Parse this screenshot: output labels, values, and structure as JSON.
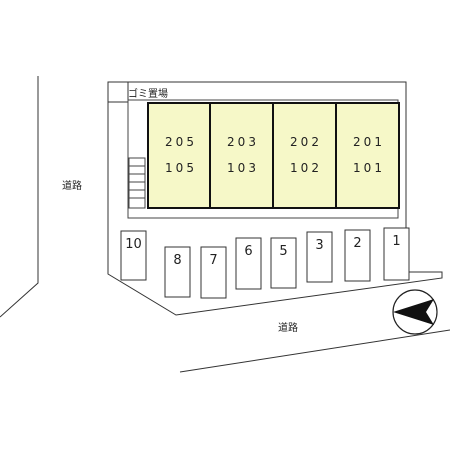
{
  "roads": {
    "left_label": "道路",
    "bottom_label": "道路"
  },
  "garbage": {
    "label": "ゴミ置場"
  },
  "building": {
    "units": [
      {
        "upper": "205",
        "lower": "105"
      },
      {
        "upper": "203",
        "lower": "103"
      },
      {
        "upper": "202",
        "lower": "102"
      },
      {
        "upper": "201",
        "lower": "101"
      }
    ],
    "fill_color": "#f6f8c8"
  },
  "parking": [
    "10",
    "8",
    "7",
    "6",
    "5",
    "3",
    "2",
    "1"
  ],
  "compass": {
    "icon": "compass-arrow-icon"
  }
}
